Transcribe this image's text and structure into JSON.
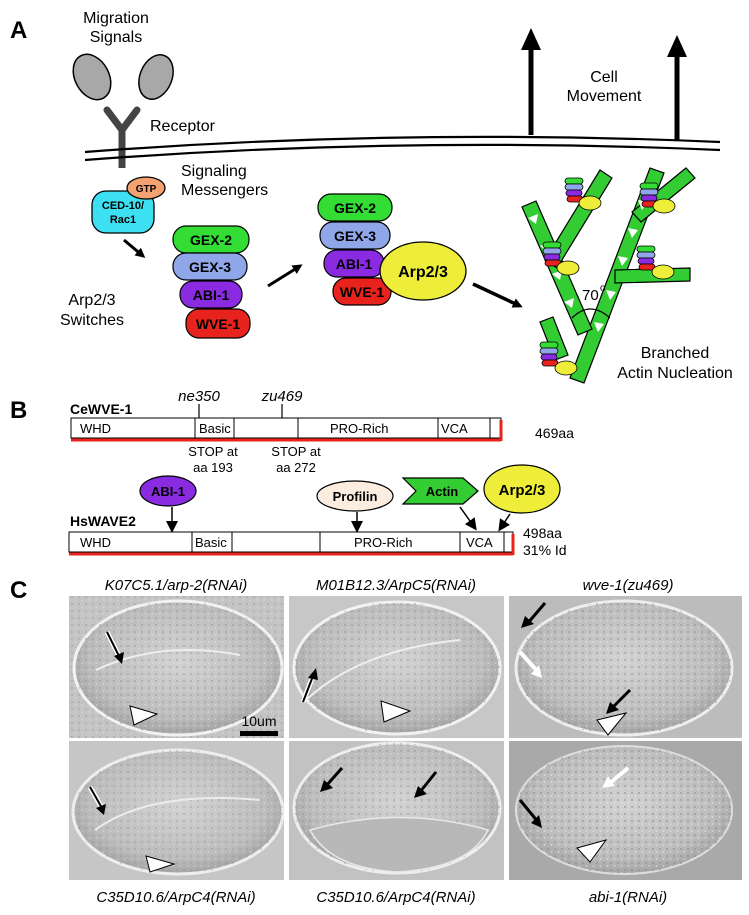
{
  "panels": {
    "a_letter": "A",
    "b_letter": "B",
    "c_letter": "C"
  },
  "panel_a": {
    "migration_signals_line1": "Migration",
    "migration_signals_line2": "Signals",
    "receptor": "Receptor",
    "cell_movement_line1": "Cell",
    "cell_movement_line2": "Movement",
    "signaling_messengers_line1": "Signaling",
    "signaling_messengers_line2": "Messengers",
    "gtp": "GTP",
    "ced10_line1": "CED-10/",
    "ced10_line2": "Rac1",
    "switches_line1": "Arp2/3",
    "switches_line2": "Switches",
    "gex2": "GEX-2",
    "gex3": "GEX-3",
    "abi1": "ABI-1",
    "wve1": "WVE-1",
    "arp23": "Arp2/3",
    "angle_value": "70",
    "angle_degree": "o",
    "branched_line1": "Branched",
    "branched_line2": "Actin Nucleation",
    "colors": {
      "gex2": "#33dd33",
      "gex3": "#8fa6e8",
      "abi1": "#8a2be2",
      "wve1": "#e8231e",
      "arp23": "#eeee3a",
      "ced10": "#3de0f0",
      "gtp": "#f4a271",
      "actin": "#33cc33"
    }
  },
  "panel_b": {
    "cewve1": {
      "name": "CeWVE-1",
      "length": "469aa",
      "domains": [
        "WHD",
        "Basic",
        "PRO-Rich",
        "VCA"
      ],
      "mutations": [
        "ne350",
        "zu469"
      ],
      "stop1_line1": "STOP at",
      "stop1_line2": "aa 193",
      "stop2_line1": "STOP at",
      "stop2_line2": "aa 272"
    },
    "hswave2": {
      "name": "HsWAVE2",
      "length": "498aa",
      "identity": "31% Id",
      "domains": [
        "WHD",
        "Basic",
        "PRO-Rich",
        "VCA"
      ],
      "binders": [
        "ABI-1",
        "Profilin",
        "Actin",
        "Arp2/3"
      ]
    },
    "profilin_color": "#fbeee0"
  },
  "panel_c": {
    "top_labels": [
      "K07C5.1/arp-2(RNAi)",
      "M01B12.3/ArpC5(RNAi)",
      "wve-1(zu469)"
    ],
    "bottom_labels": [
      "C35D10.6/ArpC4(RNAi)",
      "C35D10.6/ArpC4(RNAi)",
      "abi-1(RNAi)"
    ],
    "scale_bar": "10um"
  }
}
